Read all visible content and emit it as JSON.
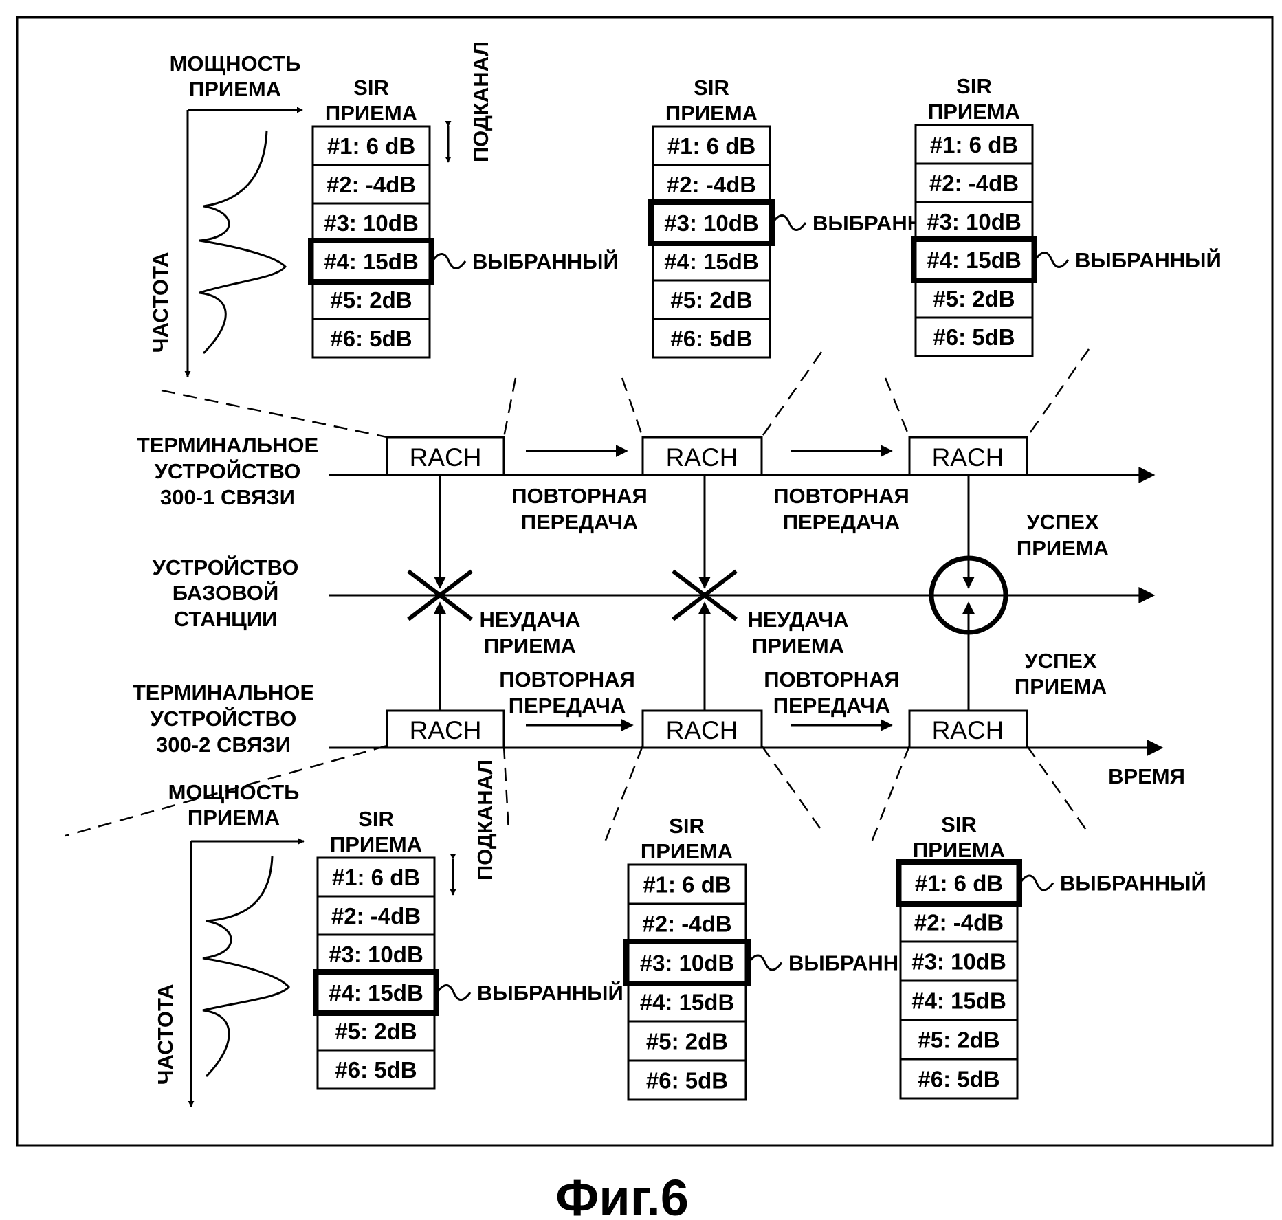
{
  "labels": {
    "rx_power": [
      "МОЩНОСТЬ",
      "ПРИЕМА"
    ],
    "sir": [
      "SIR",
      "ПРИЕМА"
    ],
    "subchannel": "ПОДКАНАЛ",
    "frequency": "ЧАСТОТА",
    "selected": "ВЫБРАННЫЙ",
    "terminal1": [
      "ТЕРМИНАЛЬНОЕ",
      "УСТРОЙСТВО",
      "300-1 СВЯЗИ"
    ],
    "base_station": [
      "УСТРОЙСТВО",
      "БАЗОВОЙ",
      "СТАНЦИИ"
    ],
    "terminal2": [
      "ТЕРМИНАЛЬНОЕ",
      "УСТРОЙСТВО",
      "300-2 СВЯЗИ"
    ],
    "retransmission": [
      "ПОВТОРНАЯ",
      "ПЕРЕДАЧА"
    ],
    "rx_failure": [
      "НЕУДАЧА",
      "ПРИЕМА"
    ],
    "rx_success": [
      "УСПЕХ",
      "ПРИЕМА"
    ],
    "time": "ВРЕМЯ",
    "rach": "RACH",
    "caption": "Фиг.6"
  },
  "subchannels": [
    "#1: 6 dB",
    "#2: -4dB",
    "#3: 10dB",
    "#4: 15dB",
    "#5: 2dB",
    "#6: 5dB"
  ],
  "tables": [
    {
      "terminal": "300-1",
      "attempt": 1,
      "selected": 4
    },
    {
      "terminal": "300-1",
      "attempt": 2,
      "selected": 3
    },
    {
      "terminal": "300-1",
      "attempt": 3,
      "selected": 4
    },
    {
      "terminal": "300-2",
      "attempt": 1,
      "selected": 4
    },
    {
      "terminal": "300-2",
      "attempt": 2,
      "selected": 3
    },
    {
      "terminal": "300-2",
      "attempt": 3,
      "selected": 1
    }
  ],
  "outcomes": [
    "НЕУДАЧА ПРИЕМА",
    "НЕУДАЧА ПРИЕМА",
    "УСПЕХ ПРИЕМА"
  ]
}
